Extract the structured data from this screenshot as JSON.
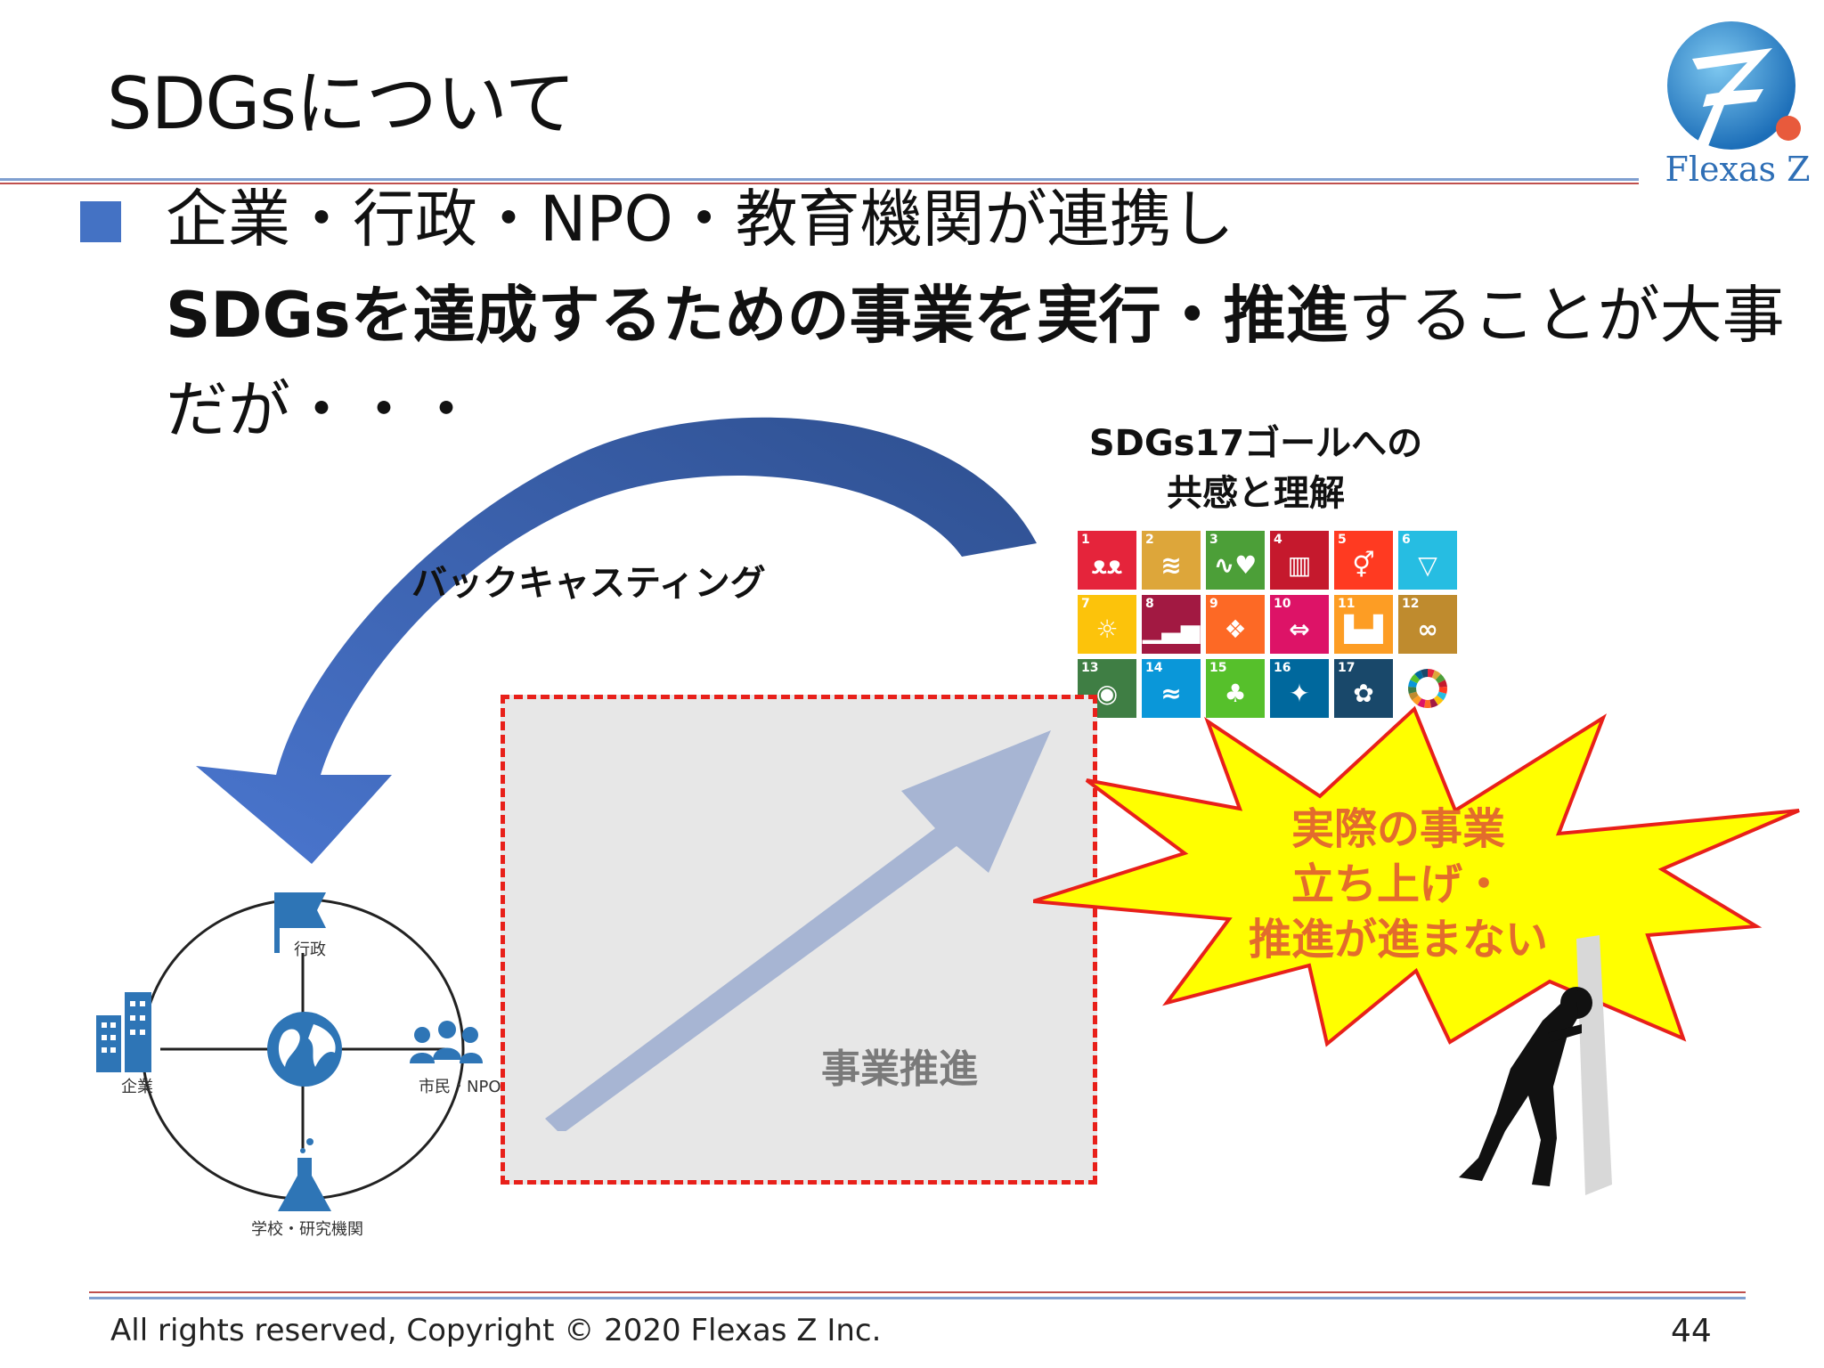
{
  "header": {
    "title": "SDGsについて",
    "logo_text": "Flexas Z"
  },
  "bullet": {
    "line1": "企業・行政・NPO・教育機関が連携し",
    "line2_bold": "SDGsを達成するための事業を実行・推進",
    "line2_rest": "することが大事",
    "line3": "だが・・・"
  },
  "goals_heading": {
    "line1": "SDGs17ゴールへの",
    "line2": "共感と理解"
  },
  "backcasting_label": "バックキャスティング",
  "promotion_label": "事業推進",
  "burst": {
    "line1": "実際の事業",
    "line2": "立ち上げ・",
    "line3": "推進が進まない"
  },
  "network": {
    "government": "行政",
    "company": "企業",
    "citizen": "市民・NPO",
    "school": "学校・研究機関"
  },
  "sdg_tiles": [
    {
      "num": "1",
      "color": "#e5243b",
      "icon": "people-icon",
      "glyph": "ᴥᴥ"
    },
    {
      "num": "2",
      "color": "#dda63a",
      "icon": "bowl-icon",
      "glyph": "≋"
    },
    {
      "num": "3",
      "color": "#4c9f38",
      "icon": "heartbeat-icon",
      "glyph": "∿♥"
    },
    {
      "num": "4",
      "color": "#c5192d",
      "icon": "book-icon",
      "glyph": "▥"
    },
    {
      "num": "5",
      "color": "#ff3a21",
      "icon": "gender-icon",
      "glyph": "⚥"
    },
    {
      "num": "6",
      "color": "#26bde2",
      "icon": "water-icon",
      "glyph": "▽"
    },
    {
      "num": "7",
      "color": "#fcc30b",
      "icon": "sun-icon",
      "glyph": "☼"
    },
    {
      "num": "8",
      "color": "#a21942",
      "icon": "growth-icon",
      "glyph": "▁▃▅"
    },
    {
      "num": "9",
      "color": "#fd6925",
      "icon": "cubes-icon",
      "glyph": "❖"
    },
    {
      "num": "10",
      "color": "#dd1367",
      "icon": "equality-icon",
      "glyph": "⇔"
    },
    {
      "num": "11",
      "color": "#fd9d24",
      "icon": "city-icon",
      "glyph": "▙▟"
    },
    {
      "num": "12",
      "color": "#bf8b2e",
      "icon": "infinity-icon",
      "glyph": "∞"
    },
    {
      "num": "13",
      "color": "#3f7e44",
      "icon": "eye-icon",
      "glyph": "◉"
    },
    {
      "num": "14",
      "color": "#0a97d9",
      "icon": "fish-icon",
      "glyph": "≈"
    },
    {
      "num": "15",
      "color": "#56c02b",
      "icon": "tree-icon",
      "glyph": "♣"
    },
    {
      "num": "16",
      "color": "#00689d",
      "icon": "dove-icon",
      "glyph": "✦"
    },
    {
      "num": "17",
      "color": "#19486a",
      "icon": "flower-icon",
      "glyph": "✿"
    },
    {
      "num": "",
      "color": "#ffffff",
      "icon": "sdg-wheel-icon",
      "glyph": ""
    }
  ],
  "footer": {
    "copyright": "All rights reserved, Copyright © 2020 Flexas Z  Inc.",
    "page": "44"
  }
}
